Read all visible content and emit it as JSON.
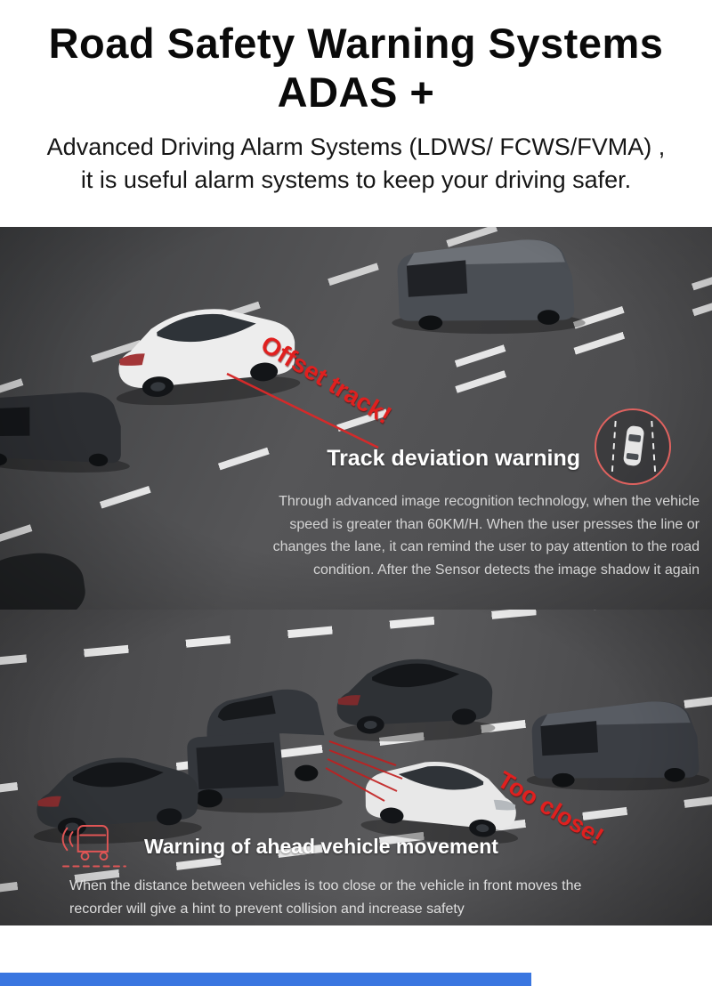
{
  "header": {
    "title_line1": "Road Safety Warning Systems",
    "title_line2": "ADAS +",
    "subtitle_line1": "Advanced Driving Alarm Systems (LDWS/ FCWS/FVMA) ,",
    "subtitle_line2": "it is useful alarm systems to keep your driving safer."
  },
  "lane_warning": {
    "callout": "Offset track!",
    "heading": "Track deviation warning",
    "body": "Through advanced image recognition technology, when the vehicle speed is greater than 60KM/H. When the user presses the line or changes the lane, it can remind the user to pay attention to the road condition. After the Sensor detects the image shadow it again",
    "icon": "car-in-lane-topview-icon"
  },
  "collision_warning": {
    "callout": "Too close!",
    "heading": "Warning of ahead vehicle movement",
    "body": "When the distance between vehicles is too close or the vehicle in front moves the recorder will give a hint to prevent collision and increase safety",
    "icon": "vehicle-ahead-warning-icon"
  },
  "colors": {
    "callout_red": "#e0201f",
    "icon_red": "#e0625f",
    "scene_gray": "#4a4a4c",
    "bottom_bar_blue": "#3a76e0"
  }
}
